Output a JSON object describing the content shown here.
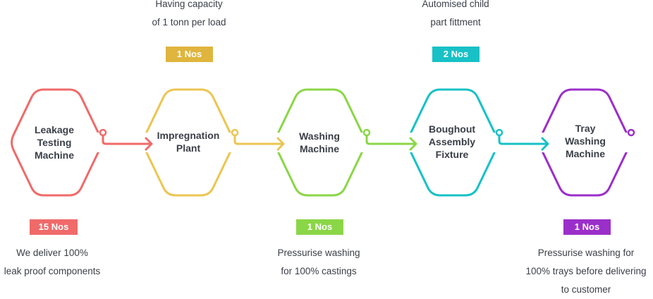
{
  "colors": {
    "leakage": "#f06a6a",
    "impregnation": "#ecc552",
    "washing": "#8bd647",
    "boughout": "#17c1c6",
    "tray": "#9b2fc9",
    "badge_impregnation": "#e0b53d"
  },
  "steps": [
    {
      "title_lines": [
        "Leakage",
        "Testing",
        "Machine"
      ],
      "badge": "15 Nos",
      "desc_lines": [
        "We deliver 100%",
        "leak proof components"
      ]
    },
    {
      "title_lines": [
        "Impregnation",
        "Plant"
      ],
      "badge": "1 Nos",
      "desc_lines": [
        "Having capacity",
        "of 1 tonn per load"
      ]
    },
    {
      "title_lines": [
        "Washing",
        "Machine"
      ],
      "badge": "1 Nos",
      "desc_lines": [
        "Pressurise washing",
        "for 100% castings"
      ]
    },
    {
      "title_lines": [
        "Boughout",
        "Assembly",
        "Fixture"
      ],
      "badge": "2 Nos",
      "desc_lines": [
        "Automised child",
        "part fittment"
      ]
    },
    {
      "title_lines": [
        "Tray",
        "Washing",
        "Machine"
      ],
      "badge": "1 Nos",
      "desc_lines": [
        "Pressurise washing for",
        "100% trays before delivering",
        "to customer"
      ]
    }
  ]
}
